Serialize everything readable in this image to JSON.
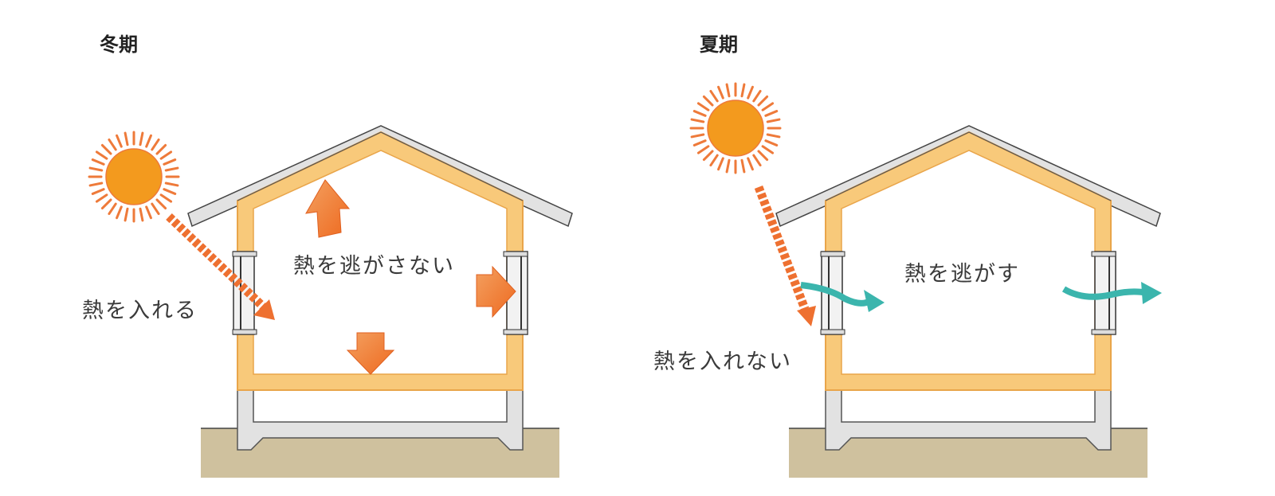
{
  "winter": {
    "title": "冬期",
    "label_inside": "熱を逃がさない",
    "label_outside": "熱を入れる"
  },
  "summer": {
    "title": "夏期",
    "label_inside": "熱を逃がす",
    "label_outside": "熱を入れない"
  },
  "colors": {
    "insulation": "#f8c97a",
    "insulation_edge": "#e9a54a",
    "sun": "#f39a1e",
    "sun_rays": "#ee7a3a",
    "heat_arrow": "#ee7030",
    "air_arrow": "#3bb5ad",
    "ground": "#cfc19e",
    "structure": "#e2e2e2"
  }
}
